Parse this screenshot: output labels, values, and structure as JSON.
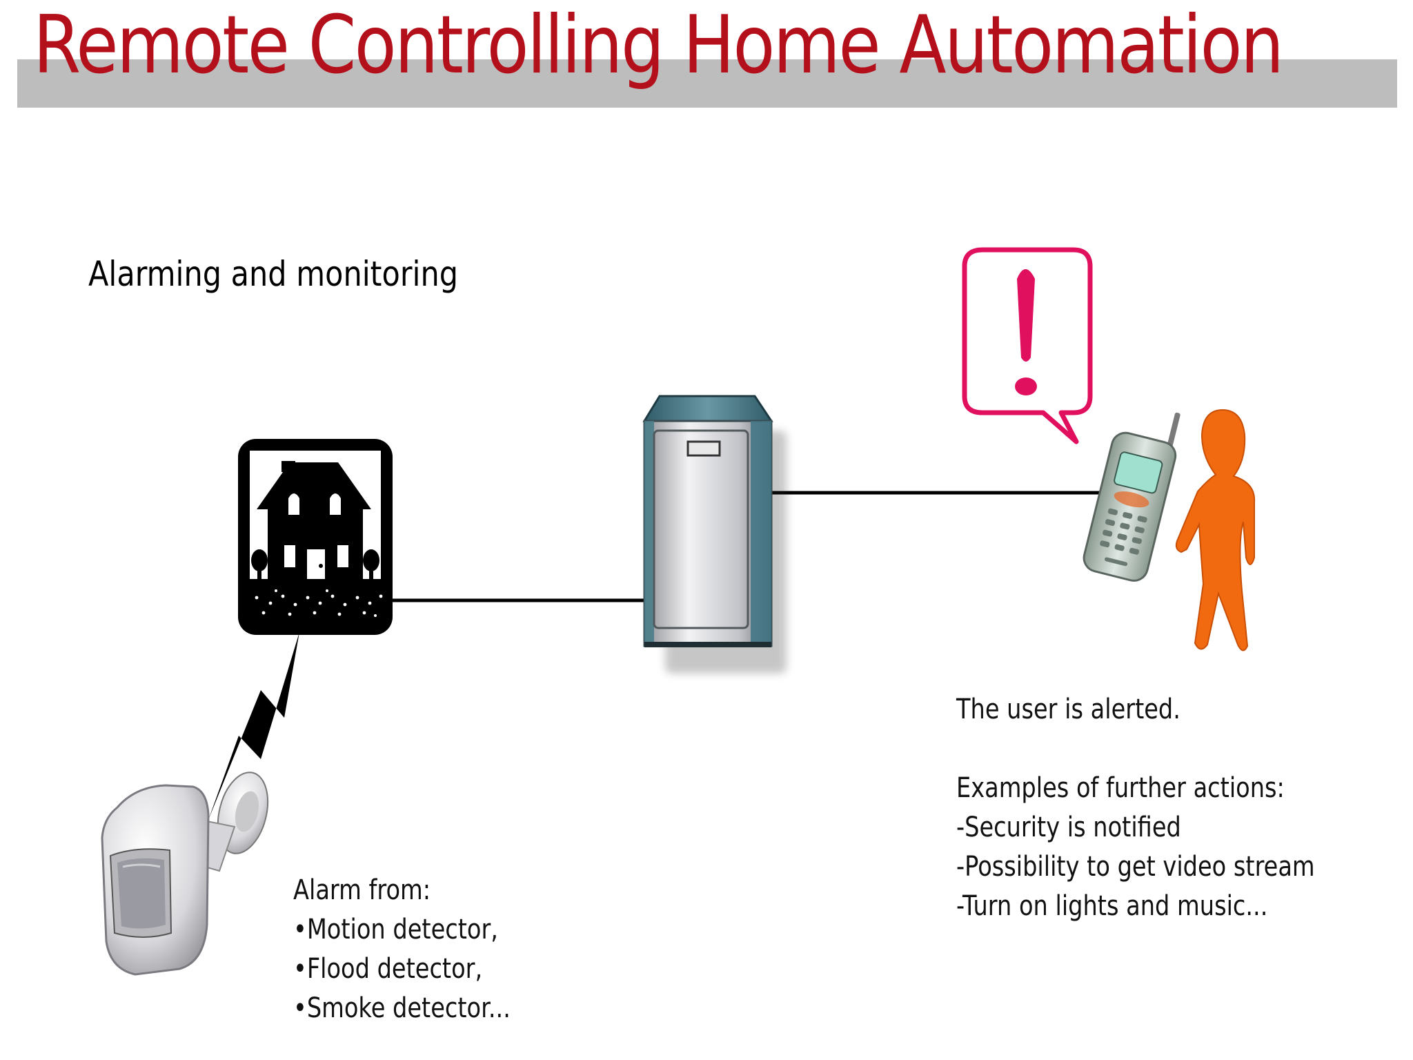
{
  "title": "Remote Controlling Home Automation",
  "subtitle": "Alarming and monitoring",
  "alarm_text": {
    "lines": [
      "Alarm from:",
      "•Motion detector,",
      "•Flood detector,",
      "•Smoke detector..."
    ]
  },
  "user_text": {
    "alerted": "The user is alerted.",
    "examples_heading": "Examples of further actions:",
    "examples": [
      "-Security is notified",
      "-Possibility to get video stream",
      "-Turn on lights and music..."
    ]
  },
  "colors": {
    "title": "#b3101b",
    "title_bar": "#bdbdbd",
    "alert_bubble": "#e0105e",
    "person": "#f26a10"
  },
  "icons": [
    "house-icon",
    "server-icon",
    "motion-sensor-icon",
    "mobile-phone-icon",
    "person-icon",
    "exclamation-bubble-icon",
    "lightning-bolt-icon"
  ]
}
